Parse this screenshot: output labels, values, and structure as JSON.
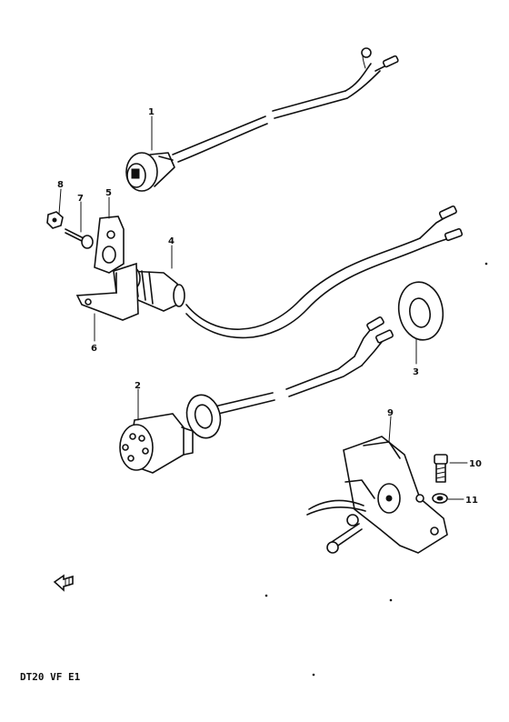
{
  "diagram": {
    "callouts": [
      {
        "id": "c1",
        "label": "1",
        "part": "ignition switch"
      },
      {
        "id": "c2",
        "label": "2",
        "part": "choke knob"
      },
      {
        "id": "c3",
        "label": "3",
        "part": "washer ring"
      },
      {
        "id": "c4",
        "label": "4",
        "part": "stop switch"
      },
      {
        "id": "c5",
        "label": "5",
        "part": "plate"
      },
      {
        "id": "c6",
        "label": "6",
        "part": "bracket"
      },
      {
        "id": "c7",
        "label": "7",
        "part": "screw"
      },
      {
        "id": "c8",
        "label": "8",
        "part": "nut"
      },
      {
        "id": "c9",
        "label": "9",
        "part": "bracket assembly"
      },
      {
        "id": "c10",
        "label": "10",
        "part": "bolt"
      },
      {
        "id": "c11",
        "label": "11",
        "part": "washer"
      }
    ],
    "footer_code": "DT20 VF E1"
  }
}
